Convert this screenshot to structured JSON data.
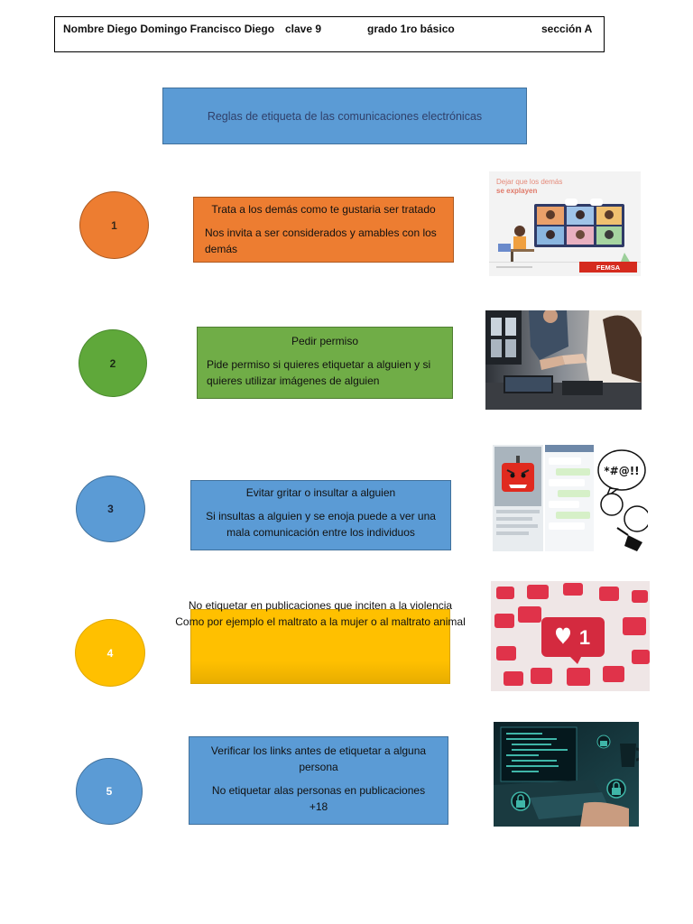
{
  "header": {
    "name": "Nombre Diego Domingo Francisco Diego",
    "clave": "clave 9",
    "grado": "grado 1ro básico",
    "seccion": "sección A"
  },
  "title": "Reglas de etiqueta de las comunicaciones electrónicas",
  "rules": [
    {
      "number": "1",
      "title": "Trata a los demás como te gustaria ser tratado",
      "text": "Nos invita a ser considerados y amables con los demás",
      "color": "#ed7d31"
    },
    {
      "number": "2",
      "title": "Pedir permiso",
      "text": "Pide permiso si quieres etiquetar a alguien y si quieres utilizar imágenes de alguien",
      "color": "#70ad47"
    },
    {
      "number": "3",
      "title": "Evitar gritar o insultar a alguien",
      "text": "Si insultas a alguien y se enoja puede a ver una mala comunicación entre los individuos",
      "color": "#5b9bd5"
    },
    {
      "number": "4",
      "title": "No etiquetar en publicaciones que inciten a la violencia",
      "text": "Como por ejemplo el maltrato a la mujer o al maltrato animal",
      "color": "#ffc000"
    },
    {
      "number": "5",
      "title": "Verificar los links antes de etiquetar a alguna persona",
      "text": "No etiquetar alas personas en publicaciones +18",
      "color": "#5b9bd5"
    }
  ],
  "images": {
    "img1": {
      "heading": "Dejar que los demás",
      "heading_bold": "se explayen",
      "logo": "FEMSA",
      "icon": "video-call-illustration"
    },
    "img2": {
      "icon": "handshake-photo"
    },
    "img3": {
      "balloon": "*#@!!",
      "icon": "angry-chat-illustration"
    },
    "img4": {
      "badge": "1",
      "icon": "heart-notification-photo"
    },
    "img5": {
      "icon": "laptop-security-photo"
    }
  }
}
